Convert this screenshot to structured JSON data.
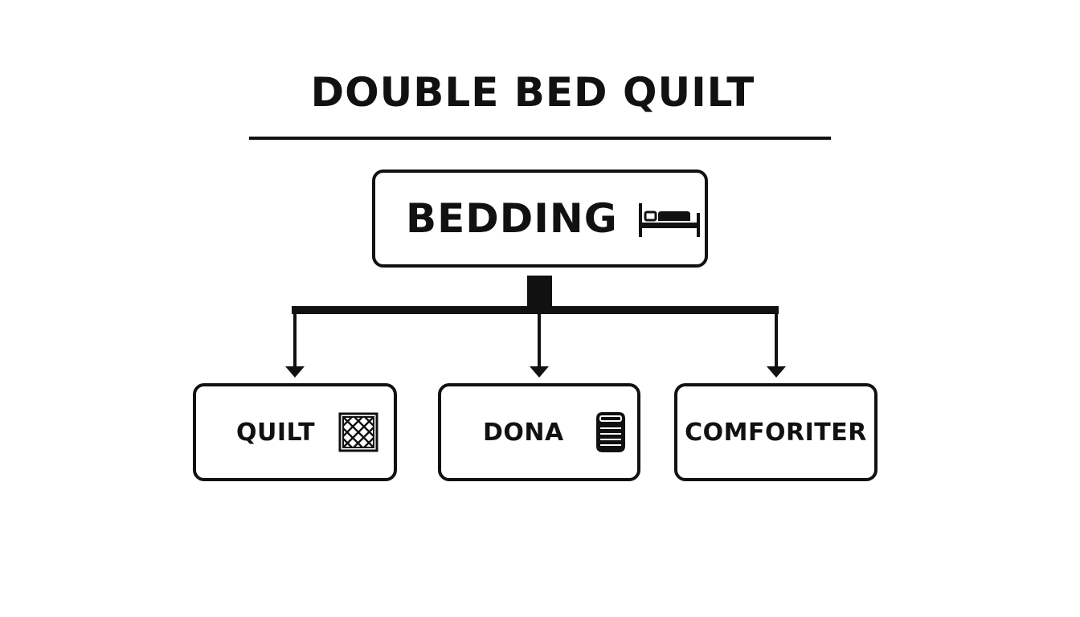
{
  "diagram": {
    "title": "DOUBLE BED QUILT",
    "root": {
      "label": "BEDDING",
      "icon": "bed-icon"
    },
    "children": [
      {
        "label": "QUILT",
        "icon": "quilted-square-icon"
      },
      {
        "label": "DONA",
        "icon": "duvet-icon"
      },
      {
        "label": "COMFORITER",
        "icon": ""
      }
    ]
  },
  "colors": {
    "ink": "#111111",
    "background": "#ffffff"
  }
}
